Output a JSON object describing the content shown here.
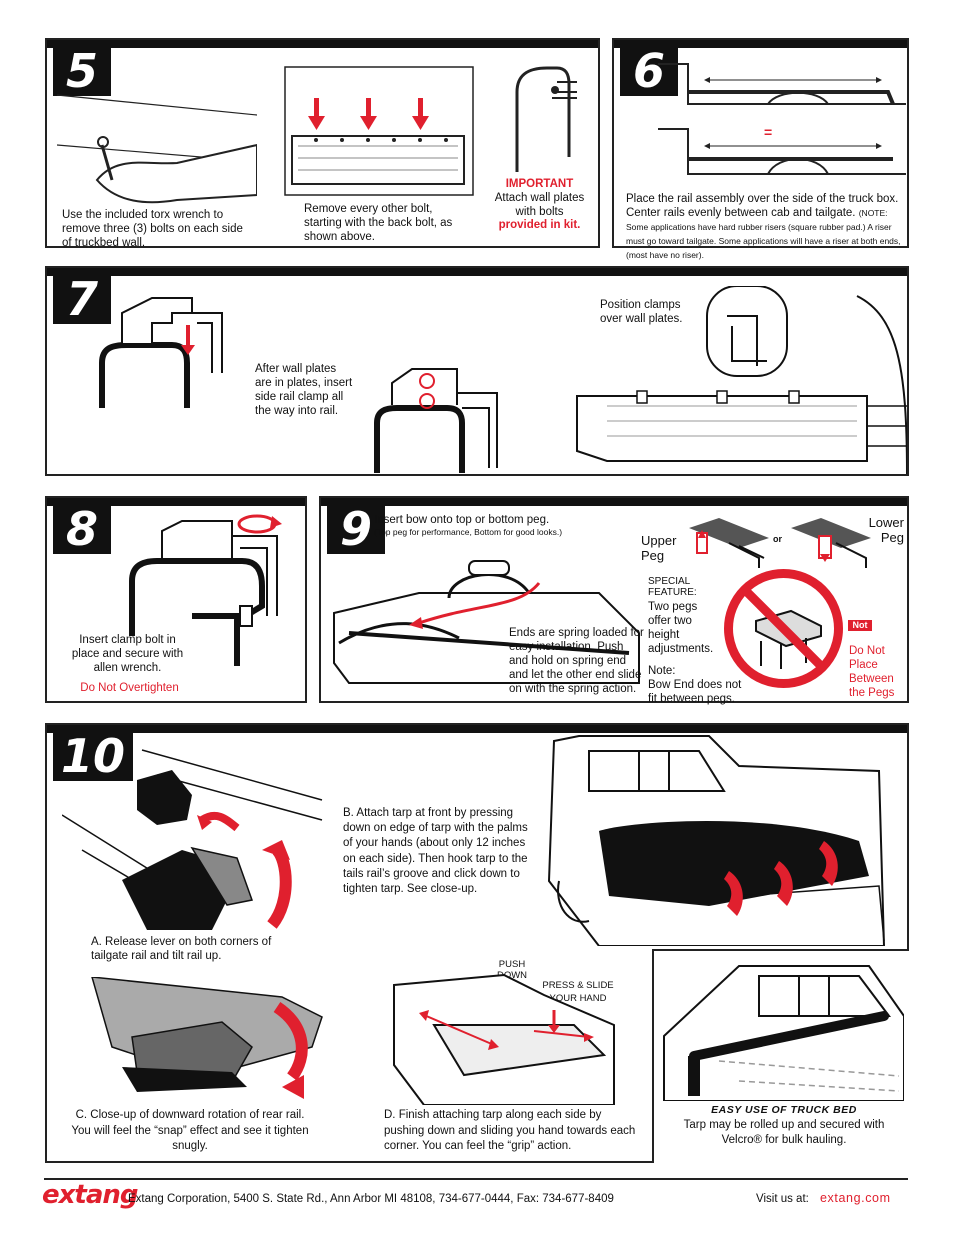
{
  "steps": {
    "s5": {
      "number": "5",
      "cap_a": "Use the included torx wrench to remove three (3) bolts on each side of truckbed wall.",
      "cap_b": "Remove every other bolt, starting with the back bolt, as shown above.",
      "important": "IMPORTANT",
      "cap_c_1": "Attach wall plates with bolts",
      "cap_c_2": "provided in kit."
    },
    "s6": {
      "number": "6",
      "equal_sign": "=",
      "cap": "Place the rail assembly over the side of the truck box. Center rails evenly between cab and tailgate.",
      "note": "(NOTE: Some applications have hard rubber risers (square rubber pad.) A riser must go toward tailgate. Some applications will have a riser at both ends, (most have no riser)."
    },
    "s7": {
      "number": "7",
      "cap_a": "After wall plates are in plates, insert side rail clamp all the way into rail.",
      "cap_b": "Position clamps over wall plates."
    },
    "s8": {
      "number": "8",
      "cap": "Insert clamp bolt in place and secure with allen wrench.",
      "warn": "Do Not Overtighten"
    },
    "s9": {
      "number": "9",
      "cap_a": "Insert bow onto top or bottom peg.",
      "cap_a_sub": "(Top peg for performance, Bottom for good looks.)",
      "upper": "Upper Peg",
      "or": "or",
      "lower": "Lower Peg",
      "special": "SPECIAL FEATURE:",
      "special_text": "Two pegs offer two height adjustments.",
      "note_label": "Note:",
      "note_text": "Bow End does not fit between pegs.",
      "ends": "Ends are spring loaded for easy installation. Push and hold on spring end and let the other end slide on with the spring action.",
      "not_tag": "Not",
      "dont": "Do Not Place Between the Pegs"
    },
    "s10": {
      "number": "10",
      "cap_a": "A. Release lever on both corners of tailgate rail and tilt rail up.",
      "cap_b": "B. Attach tarp at front by pressing down on edge of tarp with the palms of your hands (about only 12 inches on each side). Then hook tarp to the tails rail’s groove and click down to tighten tarp. See close-up.",
      "cap_c": "C. Close-up of downward rotation of rear rail. You will feel the “snap” effect and see it tighten snugly.",
      "push_down": "PUSH DOWN",
      "press_slide": "PRESS & SLIDE YOUR HAND",
      "cap_d": "D. Finish attaching tarp along each side by pushing down and sliding you hand towards each corner. You can feel the “grip” action.",
      "easy_title": "EASY USE OF TRUCK BED",
      "easy_text": "Tarp may be rolled up and secured with Velcro® for bulk hauling."
    }
  },
  "footer": {
    "logo": "extang",
    "address": "Extang Corporation, 5400 S. State Rd., Ann Arbor  MI  48108, 734-677-0444, Fax: 734-677-8409",
    "visit": "Visit us at:",
    "url": "extang.com"
  },
  "colors": {
    "accent": "#e0202e",
    "ink": "#111111"
  }
}
